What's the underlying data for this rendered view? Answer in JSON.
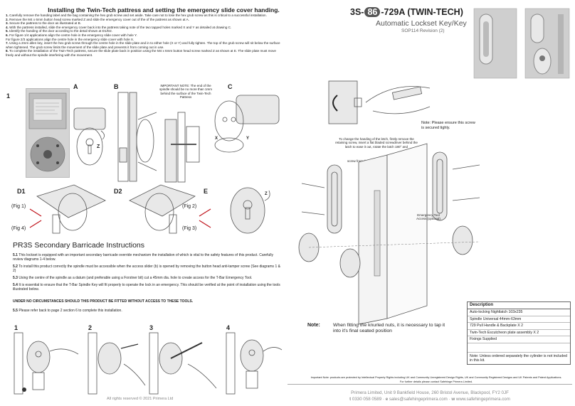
{
  "left": {
    "title": "Installing the Twin-Tech pattress and setting the emergency slide cover handing.",
    "steps": [
      {
        "num": "1.",
        "text": "Carefully remove the handing label and the bag containing the hex grub screw and set aside. Take care not to lose the hex grub screw as this is critical to a successful installation."
      },
      {
        "num": "2.",
        "text": "Remove the M4 x 6mm button head screw marked Z and slide the emergency cover out of the of the pattress as shown at A."
      },
      {
        "num": "3.",
        "text": "Secure the pattress to the door as illustrated at B."
      },
      {
        "num": "4.",
        "text": "With the pattress installed, slide the emergency cover back into the pattress taking note of the two tapped holes marked X and Y as detailed at drawing C."
      },
      {
        "num": "5.",
        "text": "Identify the handing of the door according to the detail shown at D1/D2."
      },
      {
        "num": "6.",
        "text": "For figure 1/4 applications align the centre hole in the emergency slide cover with hole Y."
      },
      {
        "num": "",
        "text": "For figure 2/3 applications align the centre hole in the emergency slide cover with hole X."
      },
      {
        "num": "7.",
        "text": "Using a 2mm allen key, insert the hex grub screw through the centre hole in the slide plate and in to either hole (X or Y) and fully tighten. The top of the grub screw will sit below the surface when tightened. The grub screw limits the movement of the slide plate and prevents it from coming out in use."
      },
      {
        "num": "8.",
        "text": "To complete the installation of the Twin-Tech pattress, secure the slide plate back in position using the M4 x 6mm button head screw marked Z as shown at E. The slide plate must move freely and without the spindle interfering with the movement."
      }
    ],
    "diagram_labels": {
      "fig1": "1",
      "A": "A",
      "B": "B",
      "C": "C",
      "D1": "D1",
      "D2": "D2",
      "E": "E",
      "Z": "Z",
      "X": "X",
      "Y": "Y",
      "Z2": "Z",
      "fig_1": "(Fig 1)",
      "fig_4": "(Fig 4)",
      "fig_2": "(Fig 2)",
      "fig_3": "(Fig 3)"
    },
    "important_note": "IMPORTANT NOTE: The end of the spindle should be no more than 1mm behind the surface of the Twin-Tech Pattress",
    "pr3s": {
      "title": "PR3S Secondary Barricade Instructions",
      "items": [
        {
          "num": "5.1",
          "text": "This lockset is equipped with an important secondary barricade override mechanism the installation of which is vital to the safety features of this product. Carefully review diagrams 1-4 below."
        },
        {
          "num": "5.2",
          "text": "To install this product correctly the spindle must be accessible when the access slider (b) is opened by removing the button head anti-tamper screw (See diagrams 1 & 2)"
        },
        {
          "num": "5.3",
          "text": "Using the centre of the spindle as a datum (and preferable using a Forstner bit) cut a 45mm dia. hole to create access for the T-Bar Emergency Tool."
        },
        {
          "num": "5.4",
          "text": "It is essential to ensure that the T-Bar Spindle Key will fit properly to operate the lock in an emergency. This should be verified at the point of installation using the tools illustrated below."
        }
      ],
      "warning": "UNDER NO CIRCUMSTANCES SHOULD THIS PRODUCT BE FITTED WITHOUT ACCESS TO THESE TOOLS.",
      "item55": {
        "num": "5.5",
        "text": "Please refer back to page 2 section 6 to complete this installation."
      },
      "diagram_nums": [
        "1",
        "2",
        "3",
        "4"
      ]
    },
    "footer": "All rights reserved © 2021 Primera Ltd"
  },
  "right": {
    "model_pre": "3S-",
    "model_badge": "86",
    "model_post": "-729A (TWIN-TECH)",
    "subtitle": "Automatic Lockset Key/Key",
    "revision": "SOP114 Revision (2)",
    "note_screw": "Note: Please ensure this screw is secured tighly.",
    "latch_note": "To change the handing of the letch, firstly remove the retaining screw, insert a flat bladed screwdriver behind the latch to ease it out, rotate the latch 180° and",
    "latch_note2": "screw from the opposite side.",
    "emergency_label": "Emergency Tool Access (optional)",
    "note_label": "Note:",
    "note_knurled": "When fitting the knurled nuts, it is necessary to tap it into it's final seated position",
    "description": {
      "title": "Description",
      "rows": [
        "Auto-locking Nightlatch 103x235",
        "Spindle Universal 44mm-63mm",
        "729 Pull Handle & Backplate X 2",
        "Twin-Tech Escutcheon plate assembly X 2",
        "Fixings Supplied"
      ],
      "note": "Note: Unless ordered separately the cylinder is not included in this kit."
    },
    "ip_note": "Important Note: products are protected by Intellectual Property Rights including UK and Community Unregistered Design Rights, UK and Community Registered Designs and UK Patents and Patent Applications.",
    "ip_note2": "For further details please contact Safehinge Primera Limited.",
    "address": "Primera Limited, Unit 9 Bankfield House, 260 Bristol Avenue, Blackpool, FY2 0JF",
    "contact_t": "t",
    "phone": "0330 058 0589",
    "contact_e": "e",
    "email": "sales@safehingeprimera.com",
    "contact_w": "w",
    "web": "www.safehingeprimera.com"
  },
  "colors": {
    "accent": "#c0141c",
    "badge": "#555555",
    "text": "#222222"
  }
}
